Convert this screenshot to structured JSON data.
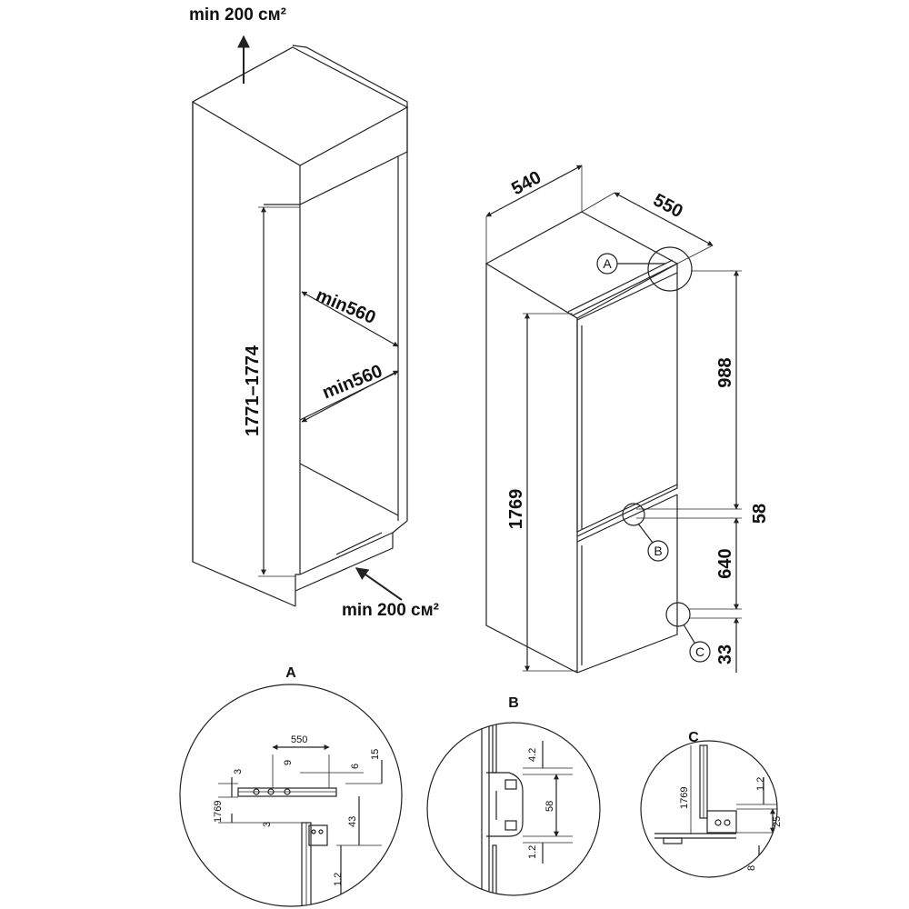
{
  "left_niche": {
    "vent_top_label": "min 200 см²",
    "vent_bottom_label": "min 200 см²",
    "height_label": "1771–1774",
    "width_label": "min560",
    "depth_label": "min560"
  },
  "right_fridge": {
    "depth_label": "540",
    "width_label": "550",
    "total_height_label": "1769",
    "upper_door_label": "988",
    "gap_label": "58",
    "lower_door_label": "640",
    "bottom_label": "33",
    "callout_a": "A",
    "callout_b": "B",
    "callout_c": "C"
  },
  "detail_a": {
    "title": "A",
    "dims": {
      "d550": "550",
      "d9": "9",
      "d6": "6",
      "d15": "15",
      "d3_top": "3",
      "d3_bottom": "3",
      "d1769": "1769",
      "d43": "43",
      "d12": "1.2"
    }
  },
  "detail_b": {
    "title": "B",
    "dims": {
      "d42": "4.2",
      "d58": "58",
      "d12": "1.2"
    }
  },
  "detail_c": {
    "title": "C",
    "dims": {
      "d1769": "1769",
      "d12": "1.2",
      "d25": "25",
      "d8": "8"
    }
  },
  "colors": {
    "line": "#222222",
    "background": "#ffffff"
  }
}
